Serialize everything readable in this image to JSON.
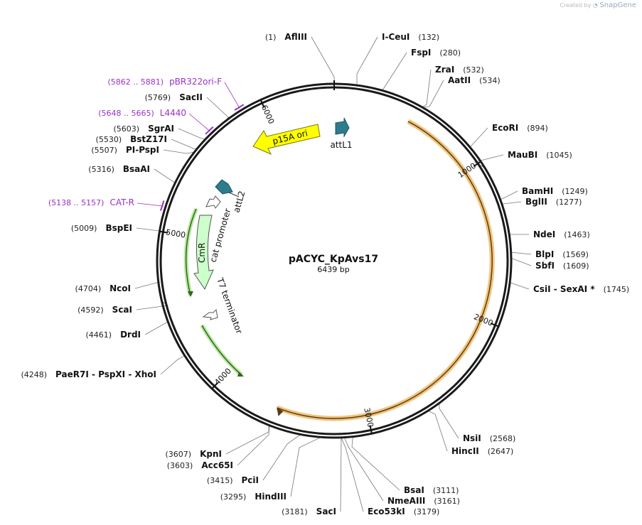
{
  "watermark": {
    "created_by": "Created by",
    "brand": "SnapGene"
  },
  "plasmid": {
    "name": "pACYC_KpAvs17",
    "length": 6439,
    "length_label": "6439 bp"
  },
  "ticks": [
    1000,
    2000,
    3000,
    4000,
    5000,
    6000
  ],
  "sites": [
    {
      "name": "AflIII",
      "pos": "(1)",
      "bp": 1
    },
    {
      "name": "I-CeuI",
      "pos": "(132)",
      "bp": 132
    },
    {
      "name": "FspI",
      "pos": "(280)",
      "bp": 280
    },
    {
      "name": "ZraI",
      "pos": "(532)",
      "bp": 532
    },
    {
      "name": "AatII",
      "pos": "(534)",
      "bp": 534
    },
    {
      "name": "EcoRI",
      "pos": "(894)",
      "bp": 894
    },
    {
      "name": "MauBI",
      "pos": "(1045)",
      "bp": 1045
    },
    {
      "name": "BamHI",
      "pos": "(1249)",
      "bp": 1249
    },
    {
      "name": "BglII",
      "pos": "(1277)",
      "bp": 1277
    },
    {
      "name": "NdeI",
      "pos": "(1463)",
      "bp": 1463
    },
    {
      "name": "BlpI",
      "pos": "(1569)",
      "bp": 1569
    },
    {
      "name": "SbfI",
      "pos": "(1609)",
      "bp": 1609
    },
    {
      "name": "CsiI  -  SexAI *",
      "pos": "(1745)",
      "bp": 1745
    },
    {
      "name": "NsiI",
      "pos": "(2568)",
      "bp": 2568
    },
    {
      "name": "HincII",
      "pos": "(2647)",
      "bp": 2647
    },
    {
      "name": "BsaI",
      "pos": "(3111)",
      "bp": 3111
    },
    {
      "name": "NmeAIII",
      "pos": "(3161)",
      "bp": 3161
    },
    {
      "name": "Eco53kI",
      "pos": "(3179)",
      "bp": 3179
    },
    {
      "name": "SacI",
      "pos": "(3181)",
      "bp": 3181
    },
    {
      "name": "HindIII",
      "pos": "(3295)",
      "bp": 3295
    },
    {
      "name": "PciI",
      "pos": "(3415)",
      "bp": 3415
    },
    {
      "name": "Acc65I",
      "pos": "(3603)",
      "bp": 3603
    },
    {
      "name": "KpnI",
      "pos": "(3607)",
      "bp": 3607
    },
    {
      "name": "PaeR7I  -  PspXI  -  XhoI",
      "pos": "(4248)",
      "bp": 4248
    },
    {
      "name": "DrdI",
      "pos": "(4461)",
      "bp": 4461
    },
    {
      "name": "ScaI",
      "pos": "(4592)",
      "bp": 4592
    },
    {
      "name": "NcoI",
      "pos": "(4704)",
      "bp": 4704
    },
    {
      "name": "BspEI",
      "pos": "(5009)",
      "bp": 5009
    },
    {
      "name": "BsaAI",
      "pos": "(5316)",
      "bp": 5316
    },
    {
      "name": "PI-PspI",
      "pos": "(5507)",
      "bp": 5507
    },
    {
      "name": "BstZ17I",
      "pos": "(5530)",
      "bp": 5530
    },
    {
      "name": "SgrAI",
      "pos": "(5603)",
      "bp": 5603
    },
    {
      "name": "SacII",
      "pos": "(5769)",
      "bp": 5769
    }
  ],
  "primers": [
    {
      "name": "pBR322ori-F",
      "range": "(5862 .. 5881)",
      "bp": 5871
    },
    {
      "name": "L4440",
      "range": "(5648 .. 5665)",
      "bp": 5656
    },
    {
      "name": "CAT-R",
      "range": "(5138 .. 5157)",
      "bp": 5147
    }
  ],
  "features": [
    {
      "name": "p15A ori",
      "type": "rep_origin",
      "color": "#ffff00"
    },
    {
      "name": "attL1",
      "type": "att_site",
      "color": "#2e7b8c"
    },
    {
      "name": "attL2",
      "type": "att_site",
      "color": "#2e7b8c"
    },
    {
      "name": "cat promoter",
      "type": "promoter",
      "color": "#ffffff"
    },
    {
      "name": "CmR",
      "type": "cds",
      "color": "#ccffcc"
    },
    {
      "name": "T7 terminator",
      "type": "terminator",
      "color": "#ffffff"
    }
  ],
  "insert_color": "#f2c47a"
}
